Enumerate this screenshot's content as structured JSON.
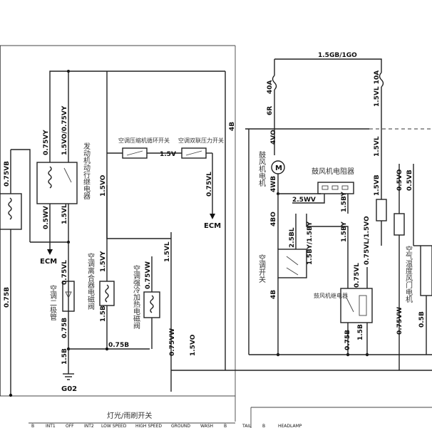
{
  "wires": {
    "top_main": "1.5GB/1GO",
    "fuse_40a": "40A",
    "w_6r": "6R",
    "w_4vo": "4VO",
    "w_4wb": "4WB",
    "w_4bo": "4BO",
    "w_4b": "4B",
    "fuse_10a": "1.5VL 10A",
    "w_15vl_right": "1.5VL",
    "w_15vb": "1.5VB",
    "w_05vb": "0.5VB",
    "w_05vo": "0.5VO",
    "w_05b": "0.5B",
    "w_075vw_r": "0.75VW",
    "w_4b_left": "4B",
    "w_075vb_left": "0.75VB",
    "w_075b_left": "0.75B",
    "w_075vy": "0.75VY",
    "w_15vo_075vy": "1.5VO/0.75VY",
    "w_05wv": "0.5WV",
    "w_15vl_relay": "1.5VL",
    "w_075vl_diode": "0.75VL",
    "w_075b_diode": "0.75B",
    "w_15b_g02": "1.5B",
    "w_075b_h": "0.75B",
    "w_15vy": "1.5VY",
    "w_15b_clutch": "1.5B",
    "w_15v": "1.5V",
    "w_15vo_mid": "1.5VO",
    "w_075vl_dual": "0.75VL",
    "w_15vl_mid": "1.5VL",
    "w_075vw_a": "0.75VW",
    "w_075vw_b": "0.75VW",
    "w_15vo_bot": "1.5VO",
    "w_25wv": "2.5WV",
    "w_15by_a": "1.5BY",
    "w_15by_b": "1.5BY",
    "w_25bl": "2.5BL",
    "w_15by_15by": "1.5BY/1.5BY",
    "w_075vl_15vo": "0.75VL/1.5VO",
    "w_075vl_relay2": "0.75VL",
    "w_075b_relay2": "0.75B",
    "w_15b_relay2": "1.5B"
  },
  "components": {
    "ecm_top": "ECM",
    "ecm_left": "ECM",
    "g02": "G02",
    "engine_relay": "发动机动行继电器",
    "ac_diode": "空调二极管",
    "ac_clutch_valve": "空调离合器电磁阀",
    "ac_cool_valve": "空调强冷加热电磁阀",
    "ac_comp_cycle_switch": "空调压缩机循环开关",
    "ac_dual_pressure_switch": "空调双联压力开关",
    "blower_motor": "鼓风机电机",
    "blower_resistor": "鼓风机电阻器",
    "ac_switch": "空调开关",
    "blower_relay": "鼓风机继电器",
    "temp_door_motor": "空气温度风门电机",
    "motor_symbol": "M"
  },
  "bottom": {
    "caption": "灯光/雨刷开关",
    "headers": [
      "B",
      "INT1",
      "OFF",
      "INT2",
      "LOW SPEED",
      "HIGH SPEED",
      "GROUND",
      "WASH",
      "B",
      "TAIL",
      "B",
      "HEADLAMP"
    ]
  }
}
